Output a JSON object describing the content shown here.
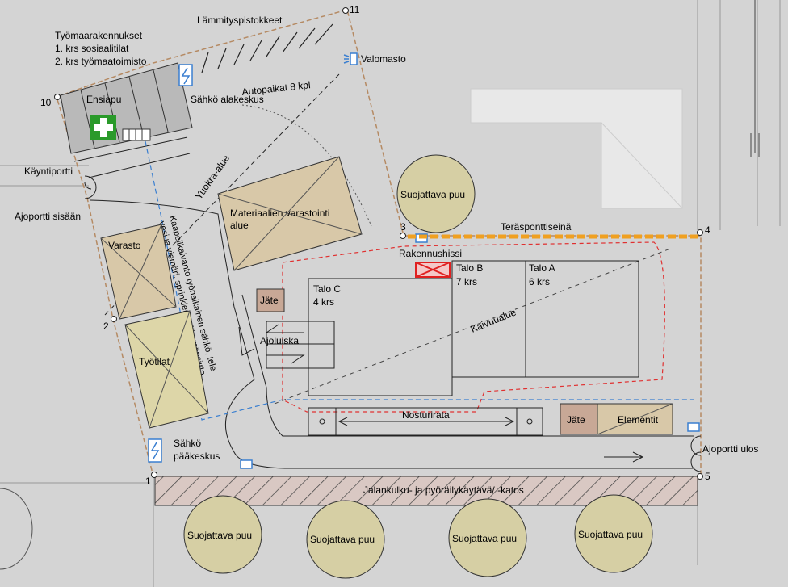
{
  "labels": {
    "site_office_title": "Työmaarakennukset",
    "site_office_floor1": "1. krs sosiaalitilat",
    "site_office_floor2": "2. krs työmaatoimisto",
    "first_aid": "Ensiapu",
    "heating_outlets": "Lämmityspistokkeet",
    "parking": "Autopaikat 8 kpl",
    "sub_panel": "Sähkö alakeskus",
    "light_mast": "Valomasto",
    "pedestrian_gate": "Käyntiportti",
    "vehicle_gate_in": "Ajoportti sisään",
    "excavator_area": "Yuokra-alue",
    "cable_route": "Kaapelikaivanto työnaikainen sähkö, tele",
    "cable_route_2": "vesi ja viemäri, sprinkleri ja lämmönsiirto",
    "material_storage_1": "Materiaalien varastointi",
    "material_storage_2": "alue",
    "storage": "Varasto",
    "workspace": "Työtilat",
    "waste": "Jäte",
    "waste2": "Jäte",
    "driveway": "Ajoluiska",
    "building_c_name": "Talo C",
    "building_c_floors": "4 krs",
    "building_b_name": "Talo B",
    "building_b_floors": "7 krs",
    "building_a_name": "Talo A",
    "building_a_floors": "6 krs",
    "hoist": "Rakennushissi",
    "sheet_pile": "Teräsponttiseinä",
    "excavation": "Kaivuualue",
    "crane_track": "Nosturirata",
    "elements": "Elementit",
    "main_panel_1": "Sähkö",
    "main_panel_2": "pääkeskus",
    "vehicle_gate_out": "Ajoportti ulos",
    "walkway": "Jalankulku- ja pyöräilykäytävä/ -katos"
  },
  "trees": [
    "Suojattava puu",
    "Suojattava puu",
    "Suojattava puu",
    "Suojattava puu",
    "Suojattava puu"
  ],
  "corner_points": [
    "1",
    "2",
    "3",
    "4",
    "5",
    "10",
    "11"
  ],
  "colors": {
    "background": "#d4d4d4",
    "fence": "#b58a63",
    "sheet_pile": "#f0a020",
    "excavation": "#e03030",
    "water": "#3a7fd0",
    "tree_fill": "#d6cfa4",
    "storage_fill": "#d8c8a8",
    "waste_fill": "#c8a896",
    "hoist": "#e02020",
    "first_aid": "#2a9a2a",
    "existing_building": "#e8e8e8"
  }
}
